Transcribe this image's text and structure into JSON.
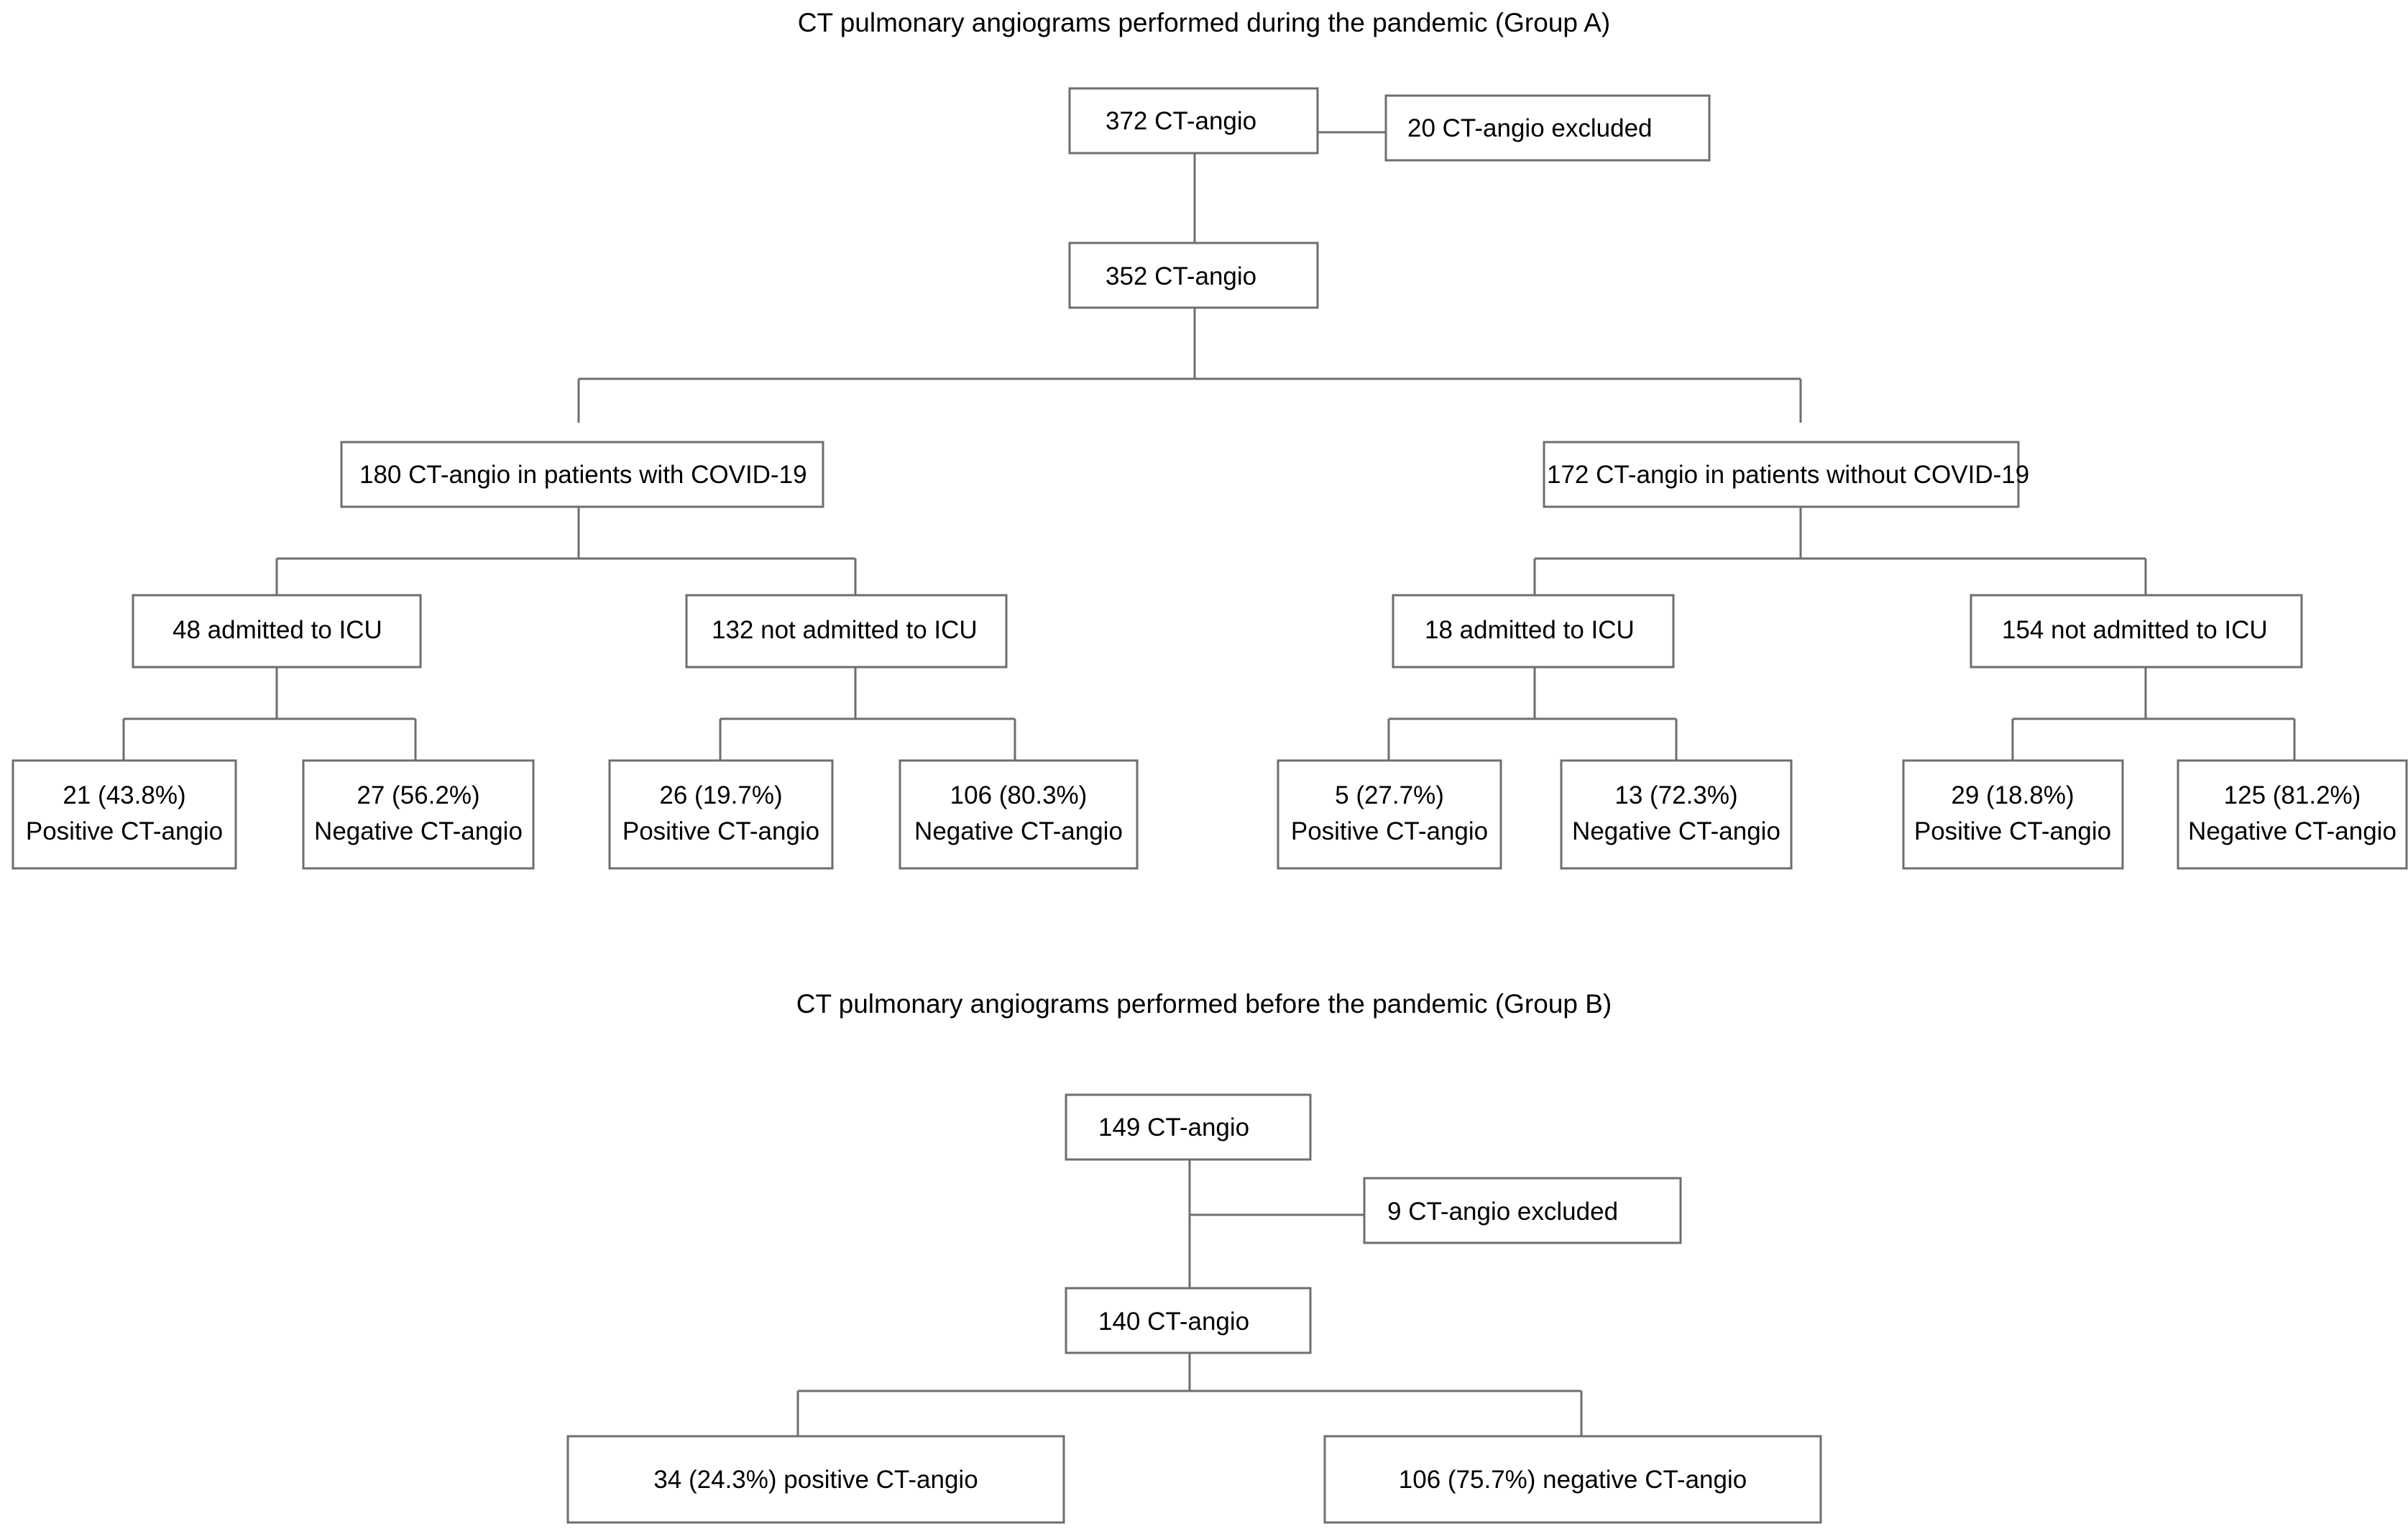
{
  "figure": {
    "kind": "flowchart",
    "background_color": "#ffffff",
    "box_stroke_color": "#6e6e6e",
    "box_fill_color": "#ffffff",
    "text_color": "#000000"
  },
  "groupA": {
    "title": "CT pulmonary angiograms performed during the pandemic (Group A)",
    "root": {
      "label": "372 CT-angio",
      "count": 372
    },
    "excluded": {
      "label": "20 CT-angio excluded",
      "count": 20
    },
    "included": {
      "label": "352 CT-angio",
      "count": 352
    },
    "branches": [
      {
        "label": "180 CT-angio in patients with COVID-19",
        "count": 180,
        "icu_groups": [
          {
            "label": "48 admitted to ICU",
            "count": 48,
            "outcomes": [
              {
                "line1": "21 (43.8%)",
                "line2": "Positive CT-angio",
                "count": 21,
                "percent": 43.8,
                "result": "positive"
              },
              {
                "line1": "27 (56.2%)",
                "line2": "Negative CT-angio",
                "count": 27,
                "percent": 56.2,
                "result": "negative"
              }
            ]
          },
          {
            "label": "132 not admitted to ICU",
            "count": 132,
            "outcomes": [
              {
                "line1": "26 (19.7%)",
                "line2": "Positive CT-angio",
                "count": 26,
                "percent": 19.7,
                "result": "positive"
              },
              {
                "line1": "106 (80.3%)",
                "line2": "Negative CT-angio",
                "count": 106,
                "percent": 80.3,
                "result": "negative"
              }
            ]
          }
        ]
      },
      {
        "label": "172 CT-angio in patients without COVID-19",
        "count": 172,
        "icu_groups": [
          {
            "label": "18 admitted to ICU",
            "count": 18,
            "outcomes": [
              {
                "line1": "5 (27.7%)",
                "line2": "Positive CT-angio",
                "count": 5,
                "percent": 27.7,
                "result": "positive"
              },
              {
                "line1": "13 (72.3%)",
                "line2": "Negative CT-angio",
                "count": 13,
                "percent": 72.3,
                "result": "negative"
              }
            ]
          },
          {
            "label": "154 not admitted to ICU",
            "count": 154,
            "outcomes": [
              {
                "line1": "29 (18.8%)",
                "line2": "Positive CT-angio",
                "count": 29,
                "percent": 18.8,
                "result": "positive"
              },
              {
                "line1": "125 (81.2%)",
                "line2": "Negative CT-angio",
                "count": 125,
                "percent": 81.2,
                "result": "negative"
              }
            ]
          }
        ]
      }
    ]
  },
  "groupB": {
    "title": "CT pulmonary angiograms performed before the pandemic (Group B)",
    "root": {
      "label": "149 CT-angio",
      "count": 149
    },
    "excluded": {
      "label": "9 CT-angio excluded",
      "count": 9
    },
    "included": {
      "label": "140 CT-angio",
      "count": 140
    },
    "outcomes": [
      {
        "label": "34 (24.3%) positive CT-angio",
        "count": 34,
        "percent": 24.3,
        "result": "positive"
      },
      {
        "label": "106 (75.7%) negative CT-angio",
        "count": 106,
        "percent": 75.7,
        "result": "negative"
      }
    ]
  }
}
